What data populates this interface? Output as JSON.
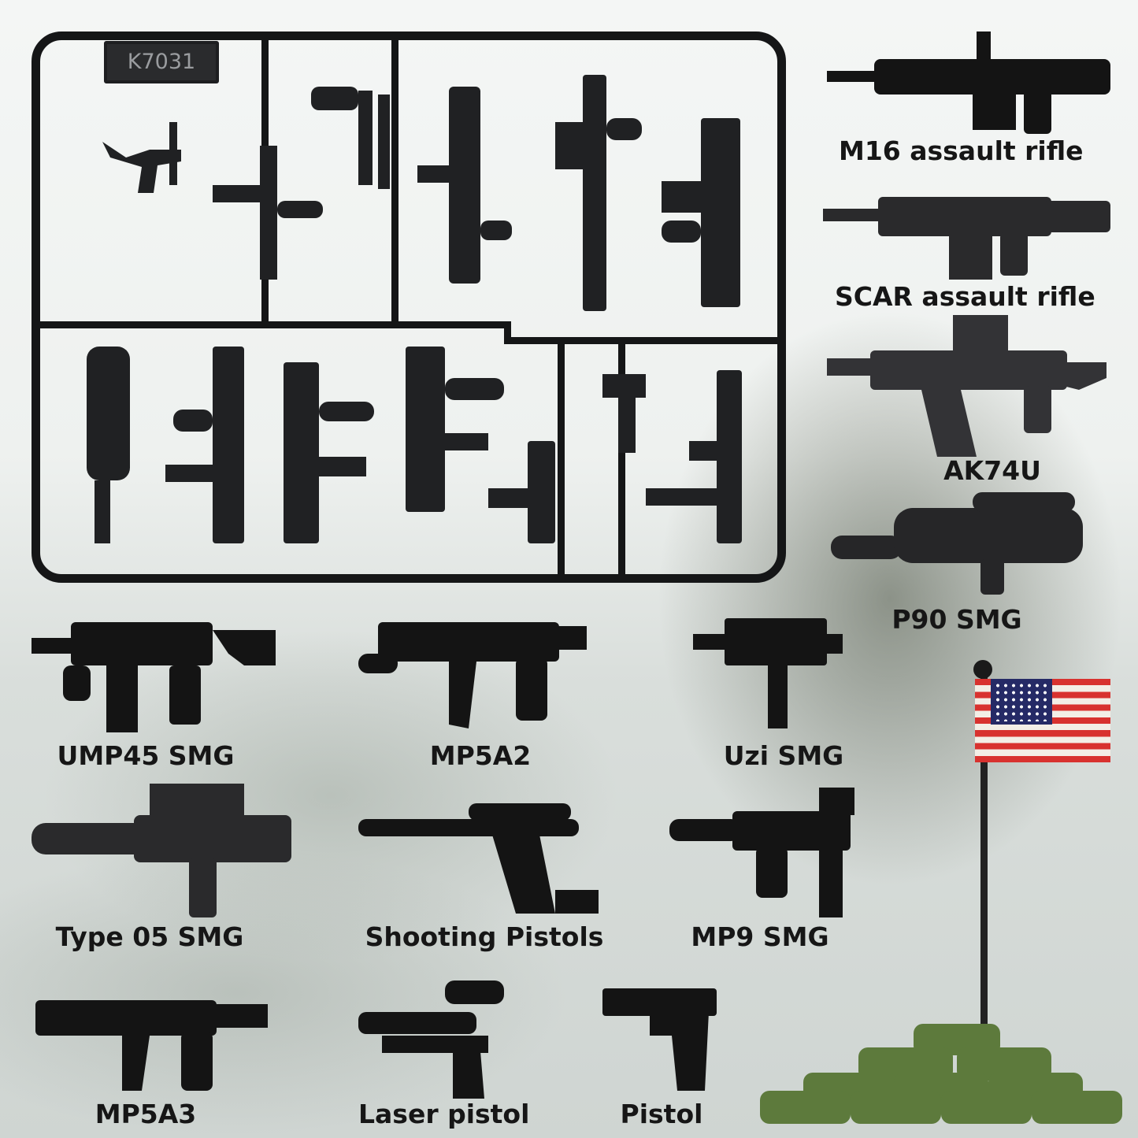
{
  "sprue": {
    "code": "K7031"
  },
  "labels": {
    "m16": "M16 assault rifle",
    "scar": "SCAR assault rifle",
    "ak74u": "AK74U",
    "p90": "P90 SMG",
    "ump45": "UMP45 SMG",
    "mp5a2": "MP5A2",
    "uzi": "Uzi SMG",
    "type05": "Type 05 SMG",
    "shooting_pistols": "Shooting Pistols",
    "mp9": "MP9 SMG",
    "mp5a3": "MP5A3",
    "laser_pistol": "Laser pistol",
    "pistol": "Pistol"
  },
  "colors": {
    "plastic": "#151617",
    "base_green": "#5d7a3c",
    "flag_red": "#d8322f",
    "flag_blue": "#252a66"
  },
  "icons": [
    "m16-icon",
    "scar-icon",
    "ak74u-icon",
    "p90-icon",
    "ump45-icon",
    "mp5a2-icon",
    "uzi-icon",
    "type05-icon",
    "shooting-pistol-icon",
    "mp9-icon",
    "mp5a3-icon",
    "laser-pistol-icon",
    "pistol-icon",
    "us-flag-icon",
    "sandbag-base-icon"
  ]
}
